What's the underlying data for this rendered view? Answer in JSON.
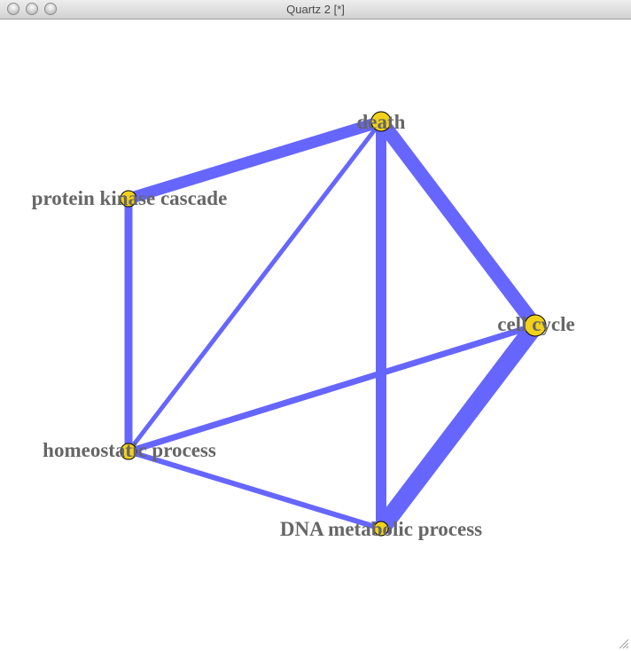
{
  "window": {
    "title": "Quartz 2 [*]"
  },
  "graph": {
    "edge_color": "#6666ff",
    "node_fill": "#f2d11a",
    "node_stroke": "#000000",
    "label_color": "#666666",
    "nodes": [
      {
        "id": "death",
        "label": "death"
      },
      {
        "id": "protein-kinase-cascade",
        "label": "protein kinase cascade"
      },
      {
        "id": "cell-cycle",
        "label": "cell cycle"
      },
      {
        "id": "homeostatic-process",
        "label": "homeostatic process"
      },
      {
        "id": "dna-metabolic-process",
        "label": "DNA metabolic process"
      }
    ],
    "edges": [
      {
        "source": "death",
        "target": "protein-kinase-cascade",
        "weight": 13
      },
      {
        "source": "death",
        "target": "cell-cycle",
        "weight": 16
      },
      {
        "source": "death",
        "target": "dna-metabolic-process",
        "weight": 12
      },
      {
        "source": "death",
        "target": "homeostatic-process",
        "weight": 5
      },
      {
        "source": "protein-kinase-cascade",
        "target": "homeostatic-process",
        "weight": 9
      },
      {
        "source": "cell-cycle",
        "target": "dna-metabolic-process",
        "weight": 20
      },
      {
        "source": "cell-cycle",
        "target": "homeostatic-process",
        "weight": 7
      },
      {
        "source": "homeostatic-process",
        "target": "dna-metabolic-process",
        "weight": 6
      }
    ]
  }
}
